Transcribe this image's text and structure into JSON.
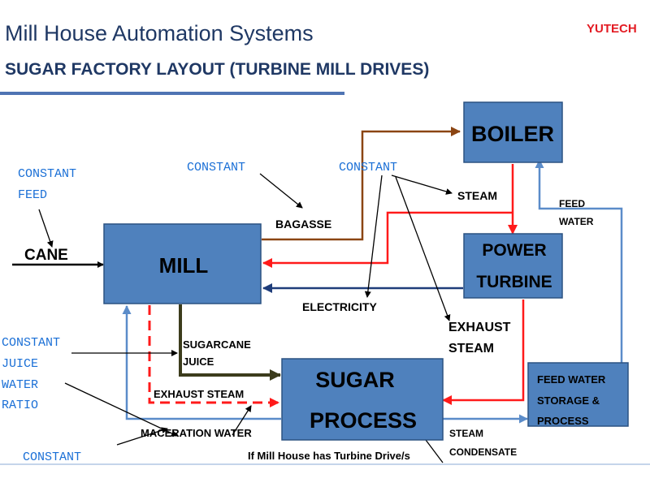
{
  "header": {
    "title": "Mill House Automation Systems",
    "subtitle": "SUGAR FACTORY LAYOUT (TURBINE MILL DRIVES)",
    "brand": "YUTECH"
  },
  "colors": {
    "box_fill": "#4f81bd",
    "box_stroke": "#2c5282",
    "bagasse": "#8b4513",
    "steam": "#ff1a1a",
    "electricity": "#1f3d7a",
    "juice": "#3c3c1c",
    "water": "#5b8cc9",
    "annotation": "#1a6fd6"
  },
  "boxes": {
    "boiler": "BOILER",
    "mill": "MILL",
    "turbine_line1": "POWER",
    "turbine_line2": "TURBINE",
    "sugar_line1": "SUGAR",
    "sugar_line2": "PROCESS",
    "feedwater_line1": "FEED WATER",
    "feedwater_line2": "STORAGE &",
    "feedwater_line3": "PROCESS"
  },
  "flows": {
    "cane": "CANE",
    "bagasse": "BAGASSE",
    "steam": "STEAM",
    "electricity": "ELECTRICITY",
    "exhaust_steam_line1": "EXHAUST",
    "exhaust_steam_line2": "STEAM",
    "feed_water_line1": "FEED",
    "feed_water_line2": "WATER",
    "sugarcane_juice_line1": "SUGARCANE",
    "sugarcane_juice_line2": "JUICE",
    "mill_exhaust_steam": "EXHAUST STEAM",
    "maceration_water": "MACERATION WATER",
    "steam_condensate_line1": "STEAM",
    "steam_condensate_line2": "CONDENSATE",
    "turbine_drive_note": "If Mill House has Turbine Drive/s"
  },
  "annotations": {
    "constant_feed_line1": "CONSTANT",
    "constant_feed_line2": "FEED",
    "constant_bagasse": "CONSTANT",
    "constant_steam": "CONSTANT",
    "juice_ratio_line1": "CONSTANT",
    "juice_ratio_line2": "JUICE",
    "juice_ratio_line3": "WATER",
    "juice_ratio_line4": "RATIO",
    "constant_maceration": "CONSTANT"
  }
}
